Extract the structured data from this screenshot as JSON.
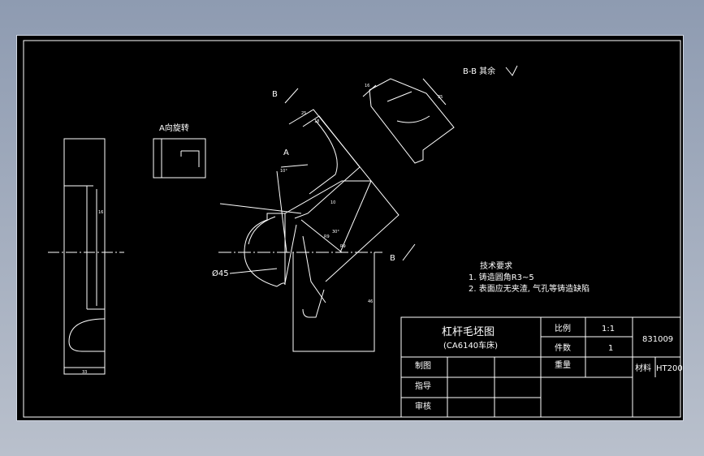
{
  "drawing": {
    "section_label": "B-B  其余",
    "view_a_label": "A向旋转",
    "arrow_a_label": "A",
    "cut_b_top": "B",
    "cut_b_bottom": "B",
    "diameter_label": "Ø45",
    "dims": {
      "angle_10": "10°",
      "angle_30": "30°",
      "r_small": "R9",
      "r_small2": "R9",
      "d16": "16",
      "d18": "18",
      "d25": "25",
      "d10": "10",
      "d46": "46",
      "d35": "35",
      "d33": "33"
    },
    "tech_req": {
      "title": "技术要求",
      "line1": "1. 铸造圆角R3~5",
      "line2": "2. 表面应无夹渣, 气孔等铸造缺陷"
    }
  },
  "title_block": {
    "name": "杠杆毛坯图",
    "subtitle": "(CA6140车床)",
    "scale_label": "比例",
    "scale_value": "1:1",
    "drawing_no": "831009",
    "qty_label": "件数",
    "qty_value": "1",
    "weight_label": "重量",
    "material_label": "材料",
    "material_value": "HT200",
    "drawn_by": "制图",
    "guided_by": "指导",
    "reviewed_by": "审核"
  }
}
